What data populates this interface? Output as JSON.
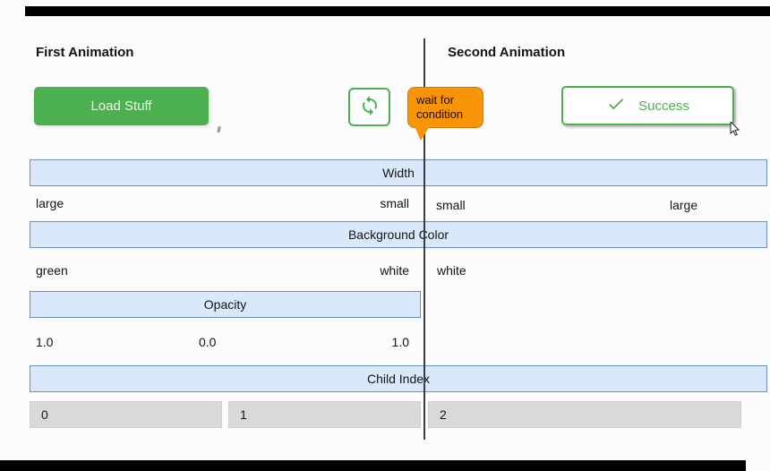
{
  "header": {
    "first_title": "First Animation",
    "second_title": "Second Animation"
  },
  "buttons": {
    "load_label": "Load Stuff",
    "success_label": "Success"
  },
  "callout": {
    "text": "wait for condition"
  },
  "tracks": {
    "width": {
      "label": "Width",
      "left": [
        "large",
        "small"
      ],
      "right": [
        "small",
        "large"
      ]
    },
    "background_color": {
      "label": "Background Color",
      "left": [
        "green",
        "white"
      ],
      "right": [
        "white"
      ]
    },
    "opacity": {
      "label": "Opacity",
      "values": [
        "1.0",
        "0.0",
        "1.0"
      ]
    },
    "child_index": {
      "label": "Child Index",
      "segments": [
        "0",
        "1",
        "2"
      ]
    }
  },
  "colors": {
    "accent_green": "#4caf50",
    "callout_orange": "#f89406",
    "track_fill": "#dae8fc",
    "track_border": "#6c8ebf",
    "segment_gray": "#d9d9d9"
  }
}
